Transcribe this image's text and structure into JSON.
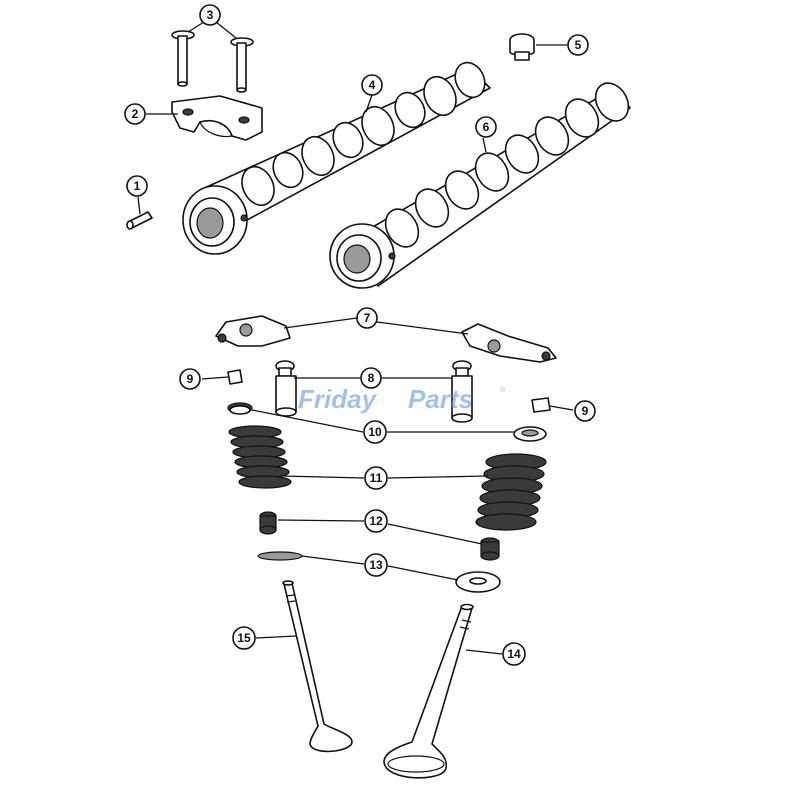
{
  "watermark": {
    "brand_a": "Friday",
    "brand_b": "Parts",
    "registered": "®",
    "color": "#5b8fd4"
  },
  "callouts": [
    {
      "id": "1",
      "label": "1"
    },
    {
      "id": "2",
      "label": "2"
    },
    {
      "id": "3",
      "label": "3"
    },
    {
      "id": "4",
      "label": "4"
    },
    {
      "id": "5",
      "label": "5"
    },
    {
      "id": "6",
      "label": "6"
    },
    {
      "id": "7",
      "label": "7"
    },
    {
      "id": "8",
      "label": "8"
    },
    {
      "id": "9a",
      "label": "9"
    },
    {
      "id": "9b",
      "label": "9"
    },
    {
      "id": "10",
      "label": "10"
    },
    {
      "id": "11",
      "label": "11"
    },
    {
      "id": "12",
      "label": "12"
    },
    {
      "id": "13",
      "label": "13"
    },
    {
      "id": "14",
      "label": "14"
    },
    {
      "id": "15",
      "label": "15"
    }
  ],
  "colors": {
    "line": "#111111",
    "background": "#ffffff"
  }
}
